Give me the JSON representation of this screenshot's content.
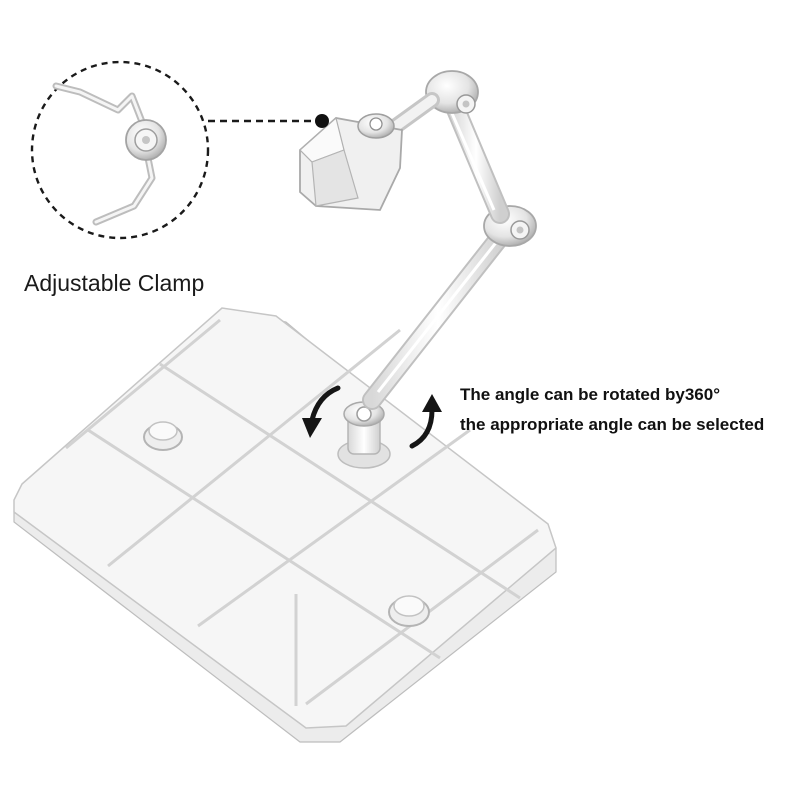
{
  "annotations": {
    "clamp_label": "Adjustable Clamp",
    "rotation_line_1": "The angle can be rotated by360°",
    "rotation_line_2": "the appropriate angle can be selected"
  },
  "colors": {
    "background": "#ffffff",
    "text": "#111111",
    "plastic_edge": "#c4c4c4",
    "plastic_fill": "#f3f3f3"
  }
}
